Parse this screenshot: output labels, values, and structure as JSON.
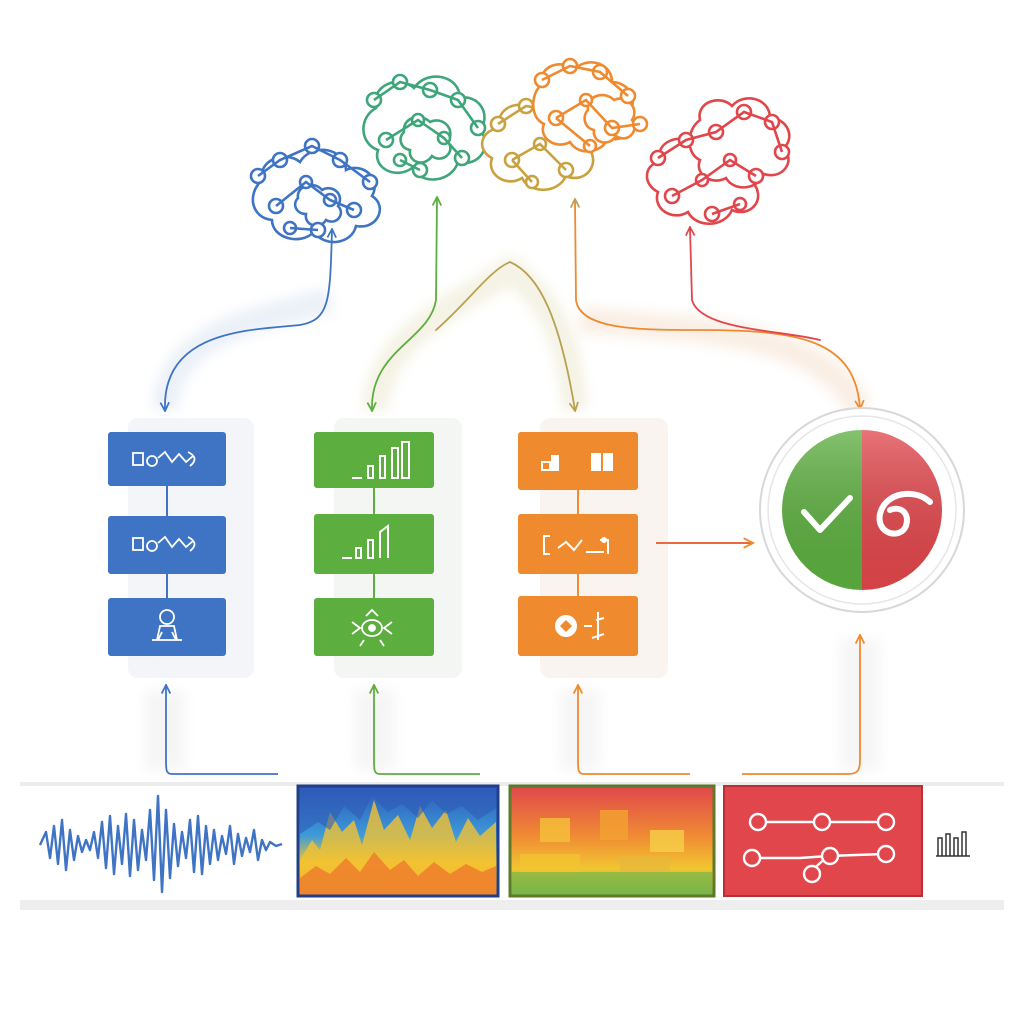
{
  "palette": {
    "blue": "#3f74c4",
    "blue_light": "#5a8fdc",
    "green": "#5cae3f",
    "green_light": "#79c95a",
    "orange": "#ef8a2e",
    "orange_light": "#f6a44e",
    "red": "#e0464b",
    "red_light": "#ee6a6c",
    "olive": "#b8a152"
  },
  "columns": [
    {
      "id": "blue",
      "modules": [
        "waveform-glyph-icon",
        "waveform-glyph-icon",
        "person-glyph-icon"
      ]
    },
    {
      "id": "green",
      "modules": [
        "bar-chart-icon",
        "bar-chart-icon",
        "robot-glyph-icon"
      ]
    },
    {
      "id": "orange",
      "modules": [
        "blocks-icon",
        "bracket-glyph-icon",
        "circle-glyph-icon"
      ]
    }
  ],
  "clusters": [
    "blue",
    "green",
    "olive-orange",
    "red"
  ],
  "result": {
    "left_icon": "checkmark-icon",
    "right_icon": "tilde-wave-icon"
  },
  "input_strip": [
    "waveform-icon",
    "blue-spectrogram",
    "red-spectrogram",
    "node-graph-panel",
    "small-waveform-icon"
  ]
}
